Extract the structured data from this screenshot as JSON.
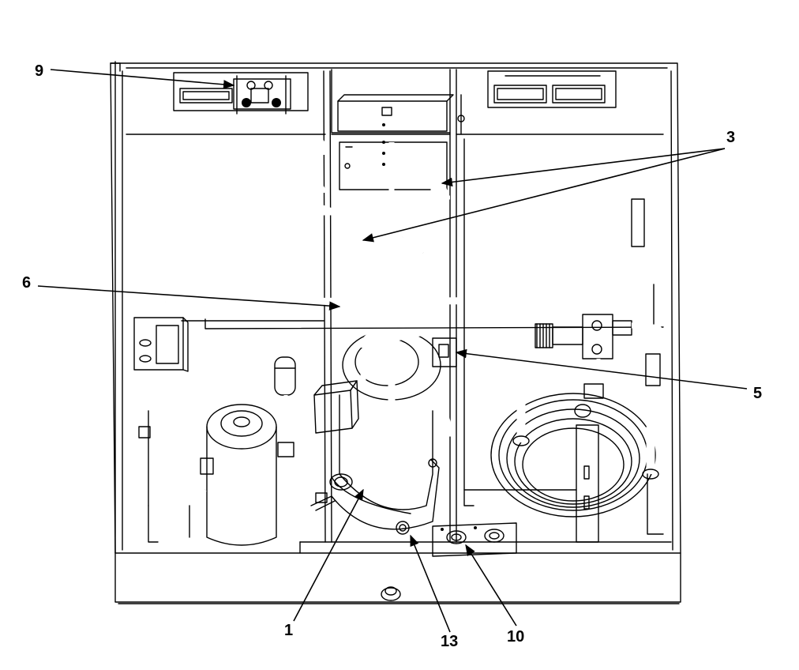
{
  "callouts": {
    "c9": "9",
    "c3": "3",
    "c6": "6",
    "c5": "5",
    "c1": "1",
    "c13": "13",
    "c10": "10"
  }
}
